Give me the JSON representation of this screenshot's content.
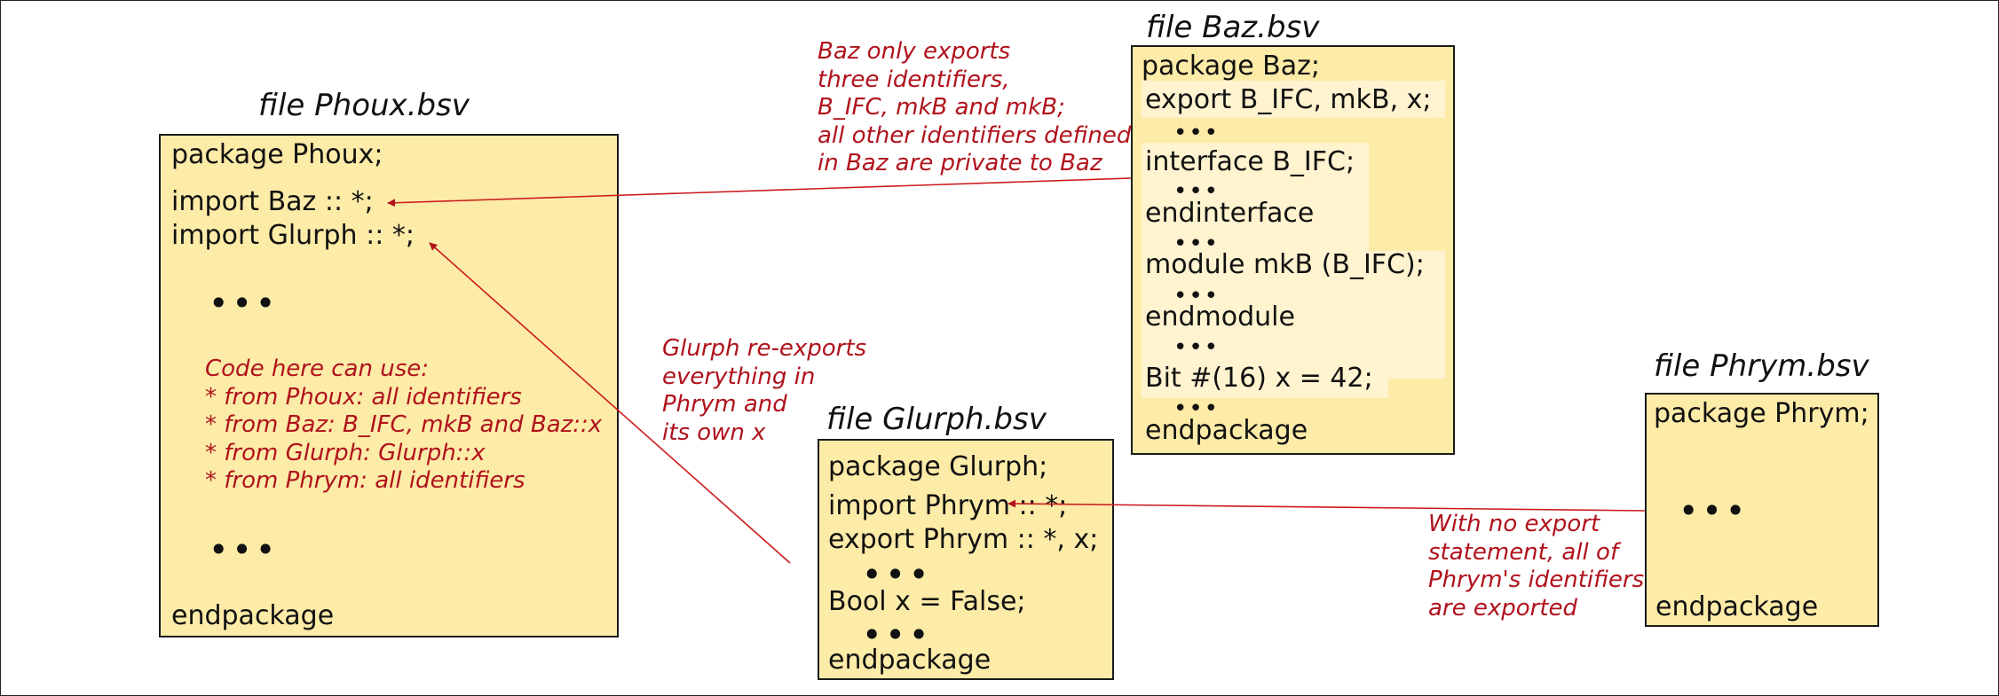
{
  "files": {
    "phoux": {
      "title": "file Phoux.bsv",
      "package_line": "package Phoux;",
      "imports": [
        "import Baz :: *;",
        "import Glurph :: *;"
      ],
      "ellipsis": "•••",
      "comment_lines": [
        "Code here can use:",
        "* from Phoux: all identifiers",
        "* from Baz: B_IFC, mkB and Baz::x",
        "* from Glurph: Glurph::x",
        "* from Phrym: all identifiers"
      ],
      "end_line": "endpackage"
    },
    "baz": {
      "title": "file Baz.bsv",
      "package_line": "package Baz;",
      "export_line": "export B_IFC, mkB, x;",
      "interface_line": "interface B_IFC;",
      "endinterface_line": "endinterface",
      "module_line": "module mkB (B_IFC);",
      "endmodule_line": "endmodule",
      "bit_line": "Bit #(16) x = 42;",
      "ellipsis": "•••",
      "end_line": "endpackage"
    },
    "glurph": {
      "title": "file Glurph.bsv",
      "package_line": "package Glurph;",
      "import_line": "import Phrym :: *;",
      "export_line": "export Phrym :: *, x;",
      "bool_line": "Bool x = False;",
      "ellipsis": "•••",
      "end_line": "endpackage"
    },
    "phrym": {
      "title": "file Phrym.bsv",
      "package_line": "package Phrym;",
      "ellipsis": "•••",
      "end_line": "endpackage"
    }
  },
  "annotations": {
    "baz_exports": [
      "Baz only exports",
      "three identifiers,",
      "B_IFC, mkB and mkB;",
      "all other identifiers defined",
      "in Baz are private to Baz"
    ],
    "glurph_reexports": [
      "Glurph re-exports",
      "everything in",
      "Phrym and",
      "its own x"
    ],
    "phrym_no_export": [
      "With no export",
      "statement, all of",
      "Phrym's identifiers",
      "are exported"
    ]
  },
  "colors": {
    "box_fill": "#fdeba8",
    "highlight_fill": "#fff3d0",
    "annotation_red": "#b0121c",
    "arrow_red": "#cc1a1a",
    "border": "#1a1a1a"
  }
}
